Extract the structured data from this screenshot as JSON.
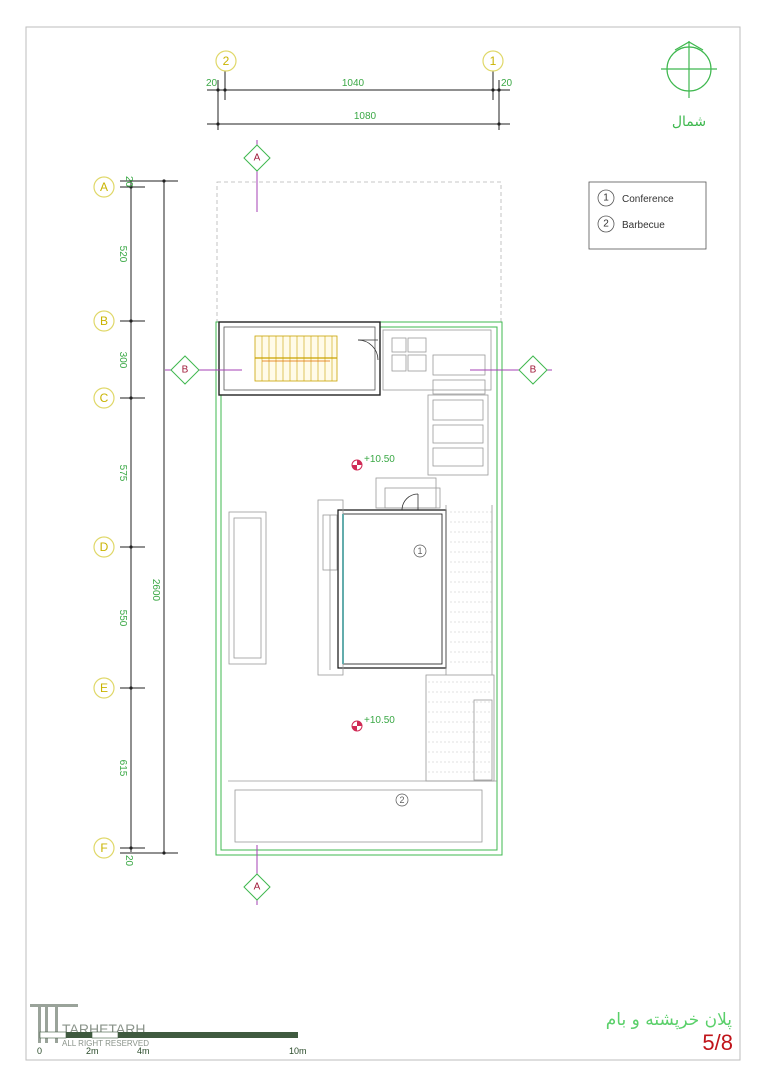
{
  "grid_cols": [
    {
      "id": "col-2",
      "label": "2"
    },
    {
      "id": "col-1",
      "label": "1"
    }
  ],
  "grid_rows": [
    {
      "id": "row-a",
      "label": "A"
    },
    {
      "id": "row-b",
      "label": "B"
    },
    {
      "id": "row-c",
      "label": "C"
    },
    {
      "id": "row-d",
      "label": "D"
    },
    {
      "id": "row-e",
      "label": "E"
    },
    {
      "id": "row-f",
      "label": "F"
    }
  ],
  "dims_top": {
    "left_offset": "20",
    "span": "1040",
    "right_offset": "20",
    "total": "1080"
  },
  "dims_left": {
    "top_offset": "20",
    "a_b": "520",
    "b_c": "300",
    "c_d": "575",
    "d_e": "550",
    "e_f": "615",
    "bottom_offset": "20",
    "total": "2600"
  },
  "section_marks": {
    "a": "A",
    "b": "B"
  },
  "levels": {
    "upper": "+10.50",
    "lower": "+10.50"
  },
  "rooms": [
    {
      "num": "1",
      "name": "Conference"
    },
    {
      "num": "2",
      "name": "Barbecue"
    }
  ],
  "north_label": "شمال",
  "sheet_title": "پلان خرپشته و بام",
  "sheet_number": "5/8",
  "logo": {
    "name": "TARHETARH",
    "sub": "ALL RIGHT RESERVED"
  },
  "scale_bar": {
    "t0": "0",
    "t2": "2m",
    "t4": "4m",
    "t10": "10m"
  },
  "colors": {
    "walls": "#3fb84f",
    "grid": "#e0d86a",
    "section": "#a442b4",
    "sheet_number": "#c0141a"
  }
}
